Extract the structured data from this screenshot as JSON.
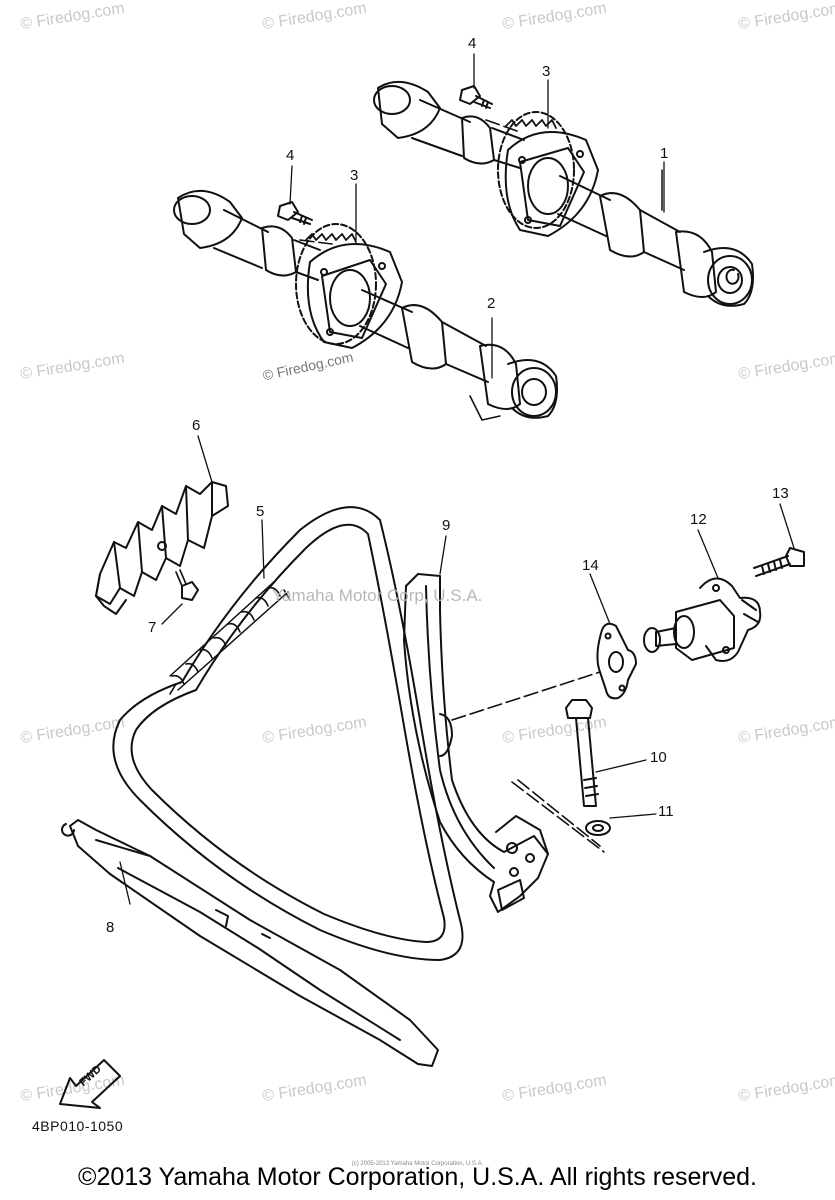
{
  "watermark_text": "© Firedog.com",
  "center_watermark": "Yamaha Motor Corp, U.S.A.",
  "diagram_code": "4BP010-1050",
  "fwd_label": "FWD",
  "copyright": "©2013 Yamaha Motor Corporation, U.S.A. All rights reserved.",
  "tiny_copyright": "(c) 2005-2013 Yamaha Motor Corporation, U.S.A.",
  "callouts": {
    "n1": "1",
    "n2": "2",
    "n3a": "3",
    "n3b": "3",
    "n4a": "4",
    "n4b": "4",
    "n5": "5",
    "n6": "6",
    "n7": "7",
    "n8": "8",
    "n9": "9",
    "n10": "10",
    "n11": "11",
    "n12": "12",
    "n13": "13",
    "n14": "14"
  },
  "colors": {
    "line": "#111111",
    "watermark": "#c9c9c9"
  }
}
